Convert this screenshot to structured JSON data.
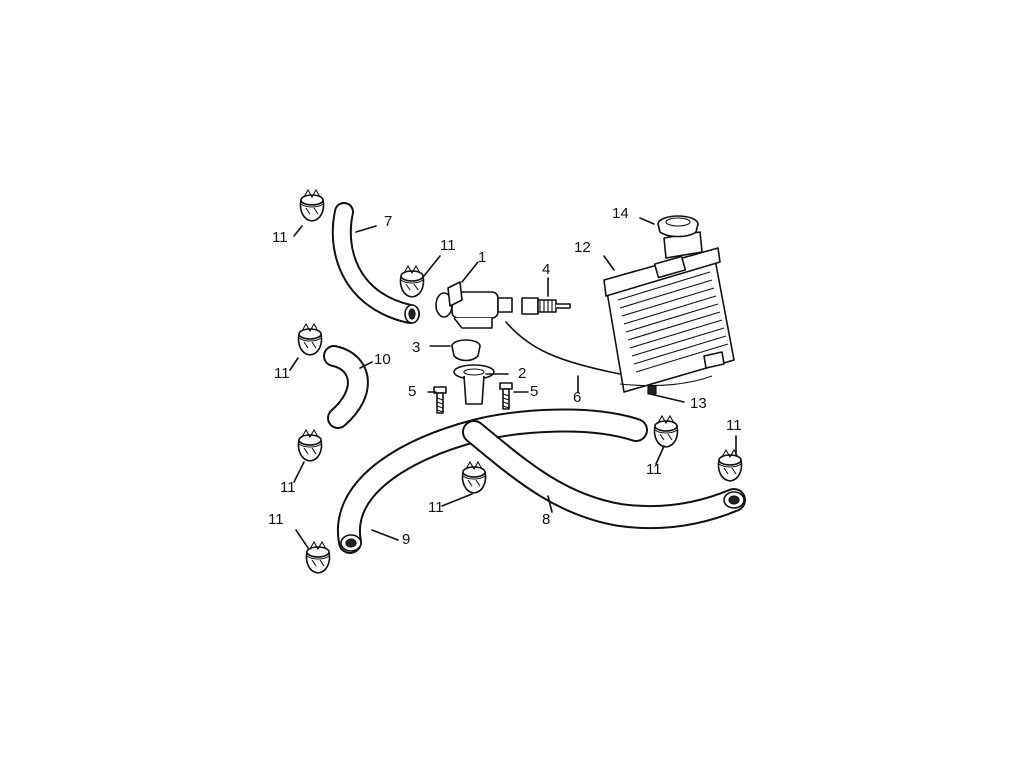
{
  "diagram": {
    "labels": {
      "p1": "1",
      "p2": "2",
      "p3": "3",
      "p4": "4",
      "p5": "5",
      "p6": "6",
      "p7": "7",
      "p8": "8",
      "p9": "9",
      "p10": "10",
      "p11": "11",
      "p12": "12",
      "p13": "13",
      "p14": "14"
    },
    "icons": {
      "hose_clamp": "hose-clamp-icon",
      "radiator": "radiator-icon",
      "radiator_cap": "radiator-cap-icon",
      "thermostat_housing": "thermostat-housing-icon",
      "temperature_sensor": "temperature-sensor-icon",
      "bolt": "bolt-icon"
    },
    "colors": {
      "line": "#111111",
      "background": "#ffffff"
    }
  }
}
